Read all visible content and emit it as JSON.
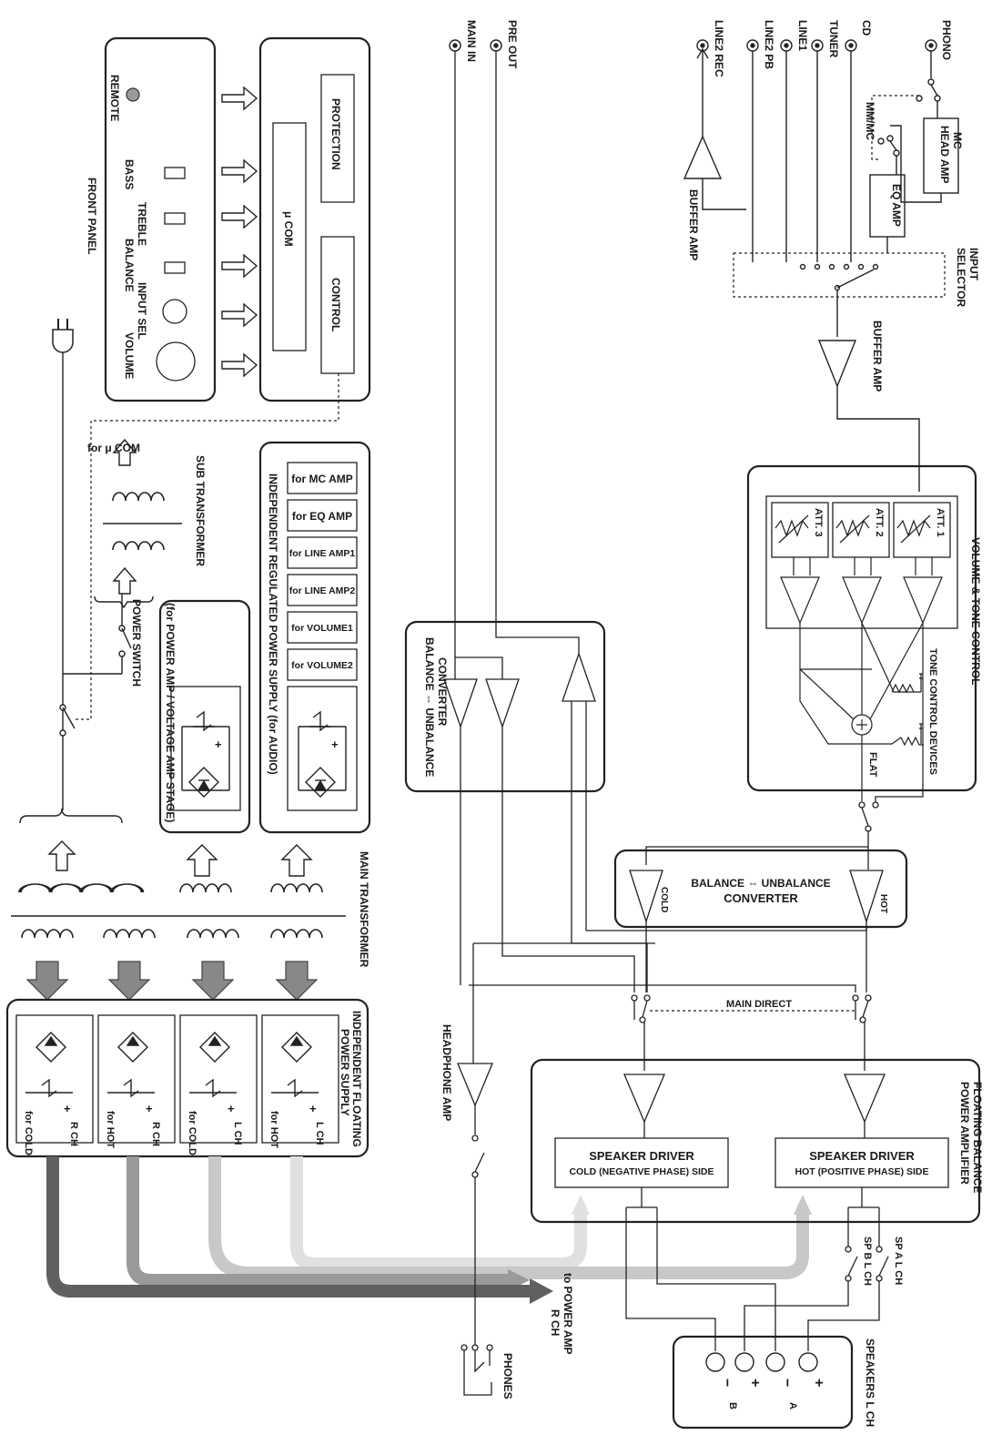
{
  "front_panel": {
    "title": "FRONT PANEL",
    "remote": "REMOTE",
    "bass": "BASS",
    "treble": "TREBLE",
    "balance": "BALANCE",
    "input_sel": "INPUT SEL",
    "volume": "VOLUME"
  },
  "control_block": {
    "protection": "PROTECTION",
    "ucom": "μ COM",
    "control": "CONTROL"
  },
  "sub_transformer": {
    "title": "SUB TRANSFORMER",
    "for_ucom": "for μ COM",
    "power_switch": "POWER SWITCH"
  },
  "regulated_supply": {
    "title": "INDEPENDENT REGULATED POWER SUPPLY (for AUDIO)",
    "items": [
      "for MC AMP",
      "for EQ AMP",
      "for LINE AMP1",
      "for LINE AMP2",
      "for VOLUME1",
      "for VOLUME2"
    ]
  },
  "power_amp_supply": {
    "title": "(for POWER AMP / VOLTAGE AMP STAGE)"
  },
  "main_transformer": {
    "title": "MAIN TRANSFORMER"
  },
  "floating_supply": {
    "title_1": "INDEPENDENT FLOATING",
    "title_2": "POWER SUPPLY",
    "cells": [
      {
        "ch": "L CH",
        "side": "for HOT"
      },
      {
        "ch": "L CH",
        "side": "for COLD"
      },
      {
        "ch": "R CH",
        "side": "for HOT"
      },
      {
        "ch": "R CH",
        "side": "for COLD"
      }
    ]
  },
  "to_power_amp": {
    "line1": "to POWER AMP",
    "line2": "R CH"
  },
  "jacks": {
    "phono": "PHONO",
    "cd": "CD",
    "tuner": "TUNER",
    "line1": "LINE1",
    "line2_pb": "LINE2 PB",
    "line2_rec": "LINE2 REC",
    "pre_out": "PRE OUT",
    "main_in": "MAIN IN"
  },
  "input_section": {
    "mc_head_amp_1": "MC",
    "mc_head_amp_2": "HEAD AMP",
    "mm_mc": "MM/MC",
    "eq_amp": "EQ AMP",
    "input_selector_1": "INPUT",
    "input_selector_2": "SELECTOR",
    "buffer_amp": "BUFFER AMP"
  },
  "volume_tone": {
    "title": "VOLUME & TONE CONTROL",
    "att1": "ATT. 1",
    "att2": "ATT. 2",
    "att3": "ATT. 3",
    "tone_devices": "TONE CONTROL DEVICES",
    "flat": "FLAT"
  },
  "balance_converter_left": {
    "line1": "BALANCE ⇔ UNBALANCE",
    "line2": "CONVERTER"
  },
  "balance_converter_main": {
    "line1": "BALANCE ⇔ UNBALANCE",
    "line2": "CONVERTER",
    "hot": "HOT",
    "cold": "COLD"
  },
  "main_direct": "MAIN DIRECT",
  "power_amplifier": {
    "title_1": "FLOATING BALANCE",
    "title_2": "POWER AMPLIFIER",
    "hot_driver_1": "SPEAKER DRIVER",
    "hot_driver_2": "HOT (POSITIVE PHASE) SIDE",
    "cold_driver_1": "SPEAKER DRIVER",
    "cold_driver_2": "COLD (NEGATIVE PHASE) SIDE",
    "sp_a": "SP A L CH",
    "sp_b": "SP B L CH"
  },
  "speakers": {
    "title": "SPEAKERS L CH",
    "a": "A",
    "b": "B",
    "plus": "+",
    "minus": "−"
  },
  "headphone": {
    "amp": "HEADPHONE AMP",
    "phones": "PHONES"
  }
}
